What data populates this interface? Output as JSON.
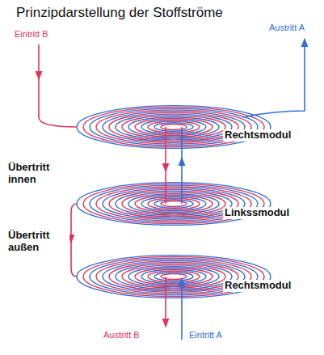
{
  "diagram": {
    "title": "Prinzipdarstellung der Stoffströme",
    "labels": [
      "Eintritt B",
      "Austritt A",
      "Rechtsmodul",
      "Übertritt innen",
      "Linkssmodul",
      "Übertritt außen",
      "Rechtsmodul",
      "Austritt B",
      "Eintritt A"
    ]
  }
}
